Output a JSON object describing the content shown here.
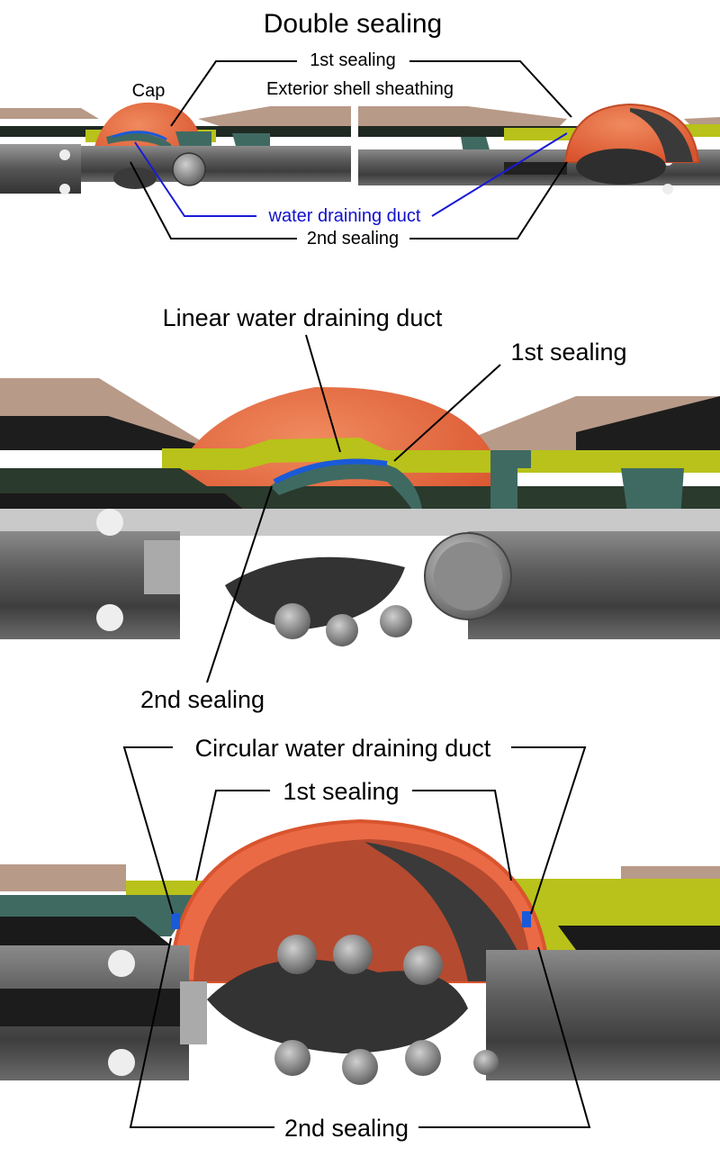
{
  "title": "Double sealing",
  "panel1": {
    "cap": "Cap",
    "first_sealing": "1st sealing",
    "exterior_shell": "Exterior shell sheathing",
    "water_duct": "water draining duct",
    "second_sealing": "2nd sealing"
  },
  "panel2": {
    "linear_duct": "Linear water draining duct",
    "first_sealing": "1st sealing",
    "second_sealing": "2nd sealing"
  },
  "panel3": {
    "circular_duct": "Circular water draining duct",
    "first_sealing": "1st sealing",
    "second_sealing": "2nd sealing"
  },
  "colors": {
    "cap_orange": "#ea6a45",
    "sheathing_tan": "#b89a88",
    "seal_yellow": "#b8c21a",
    "plate_teal": "#3f6a62",
    "steel_gray": "#6a6a6a",
    "duct_blue": "#1a5ad8"
  }
}
